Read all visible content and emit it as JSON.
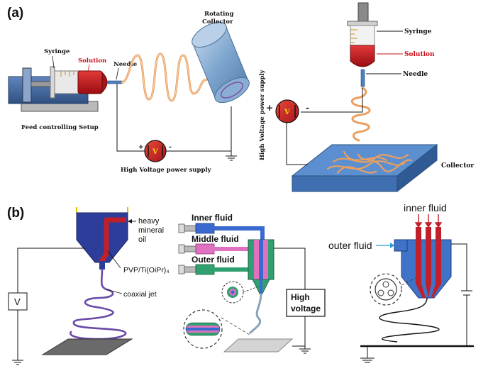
{
  "panel_a": {
    "tag": "(a)",
    "left": {
      "syringe": "Syringe",
      "solution": "Solution",
      "needle": "Needle",
      "rotating_collector_line1": "Rotating",
      "rotating_collector_line2": "Collector",
      "feed_setup": "Feed controlling Setup",
      "hv_supply": "High Voltage power supply",
      "plus": "+",
      "minus": "-",
      "v": "V"
    },
    "right": {
      "syringe": "Syringe",
      "solution": "Solution",
      "needle": "Needle",
      "collector": "Collector",
      "hv_supply_vertical": "High Voltage power supply",
      "plus": "+",
      "minus": "-",
      "v": "V"
    }
  },
  "panel_b": {
    "tag": "(b)",
    "left": {
      "heavy_line1": "heavy",
      "heavy_line2": "mineral",
      "heavy_line3": "oil",
      "pvp": "PVP/Ti(OiPr)₄",
      "coaxial": "coaxial jet",
      "v": "V"
    },
    "middle": {
      "inner": "Inner fluid",
      "middle": "Middle fluid",
      "outer": "Outer fluid",
      "hv_line1": "High",
      "hv_line2": "voltage"
    },
    "right": {
      "inner": "inner fluid",
      "outer": "outer fluid"
    }
  },
  "colors": {
    "solution_red": "#c8101a",
    "fiber_orange": "#e8a060",
    "collector_blue": "#4a7fc0",
    "inner_blue": "#3a6ad0",
    "middle_pink": "#e070c0",
    "outer_green": "#30a070",
    "nozzle_navy": "#2c3e9a",
    "nozzle_red": "#c0202a"
  }
}
